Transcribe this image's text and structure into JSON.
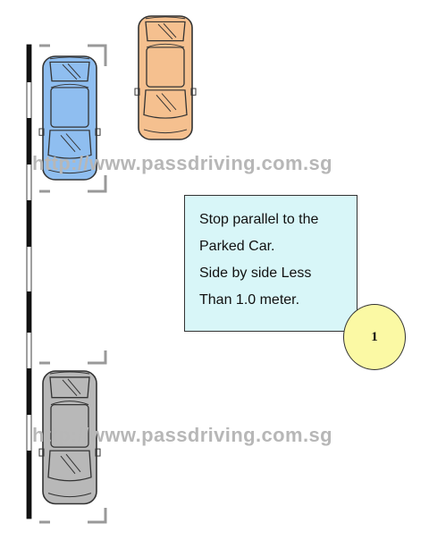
{
  "watermark_text": "http://www.passdriving.com.sg",
  "instruction": {
    "lines": [
      "Stop parallel to the",
      "Parked Car.",
      "Side by side Less",
      "Than 1.0 meter."
    ]
  },
  "step_number": "1",
  "colors": {
    "learner_car": "#8fbef0",
    "parked_car_front": "#f5c08f",
    "parked_car_rear": "#b8b8b8",
    "instruction_box": "#d8f6f8",
    "step_badge": "#fbf9a4"
  },
  "icons": [
    "learner-car-icon",
    "parked-car-front-icon",
    "parked-car-rear-icon",
    "curb-line-icon",
    "parking-lot-bracket-icon"
  ]
}
